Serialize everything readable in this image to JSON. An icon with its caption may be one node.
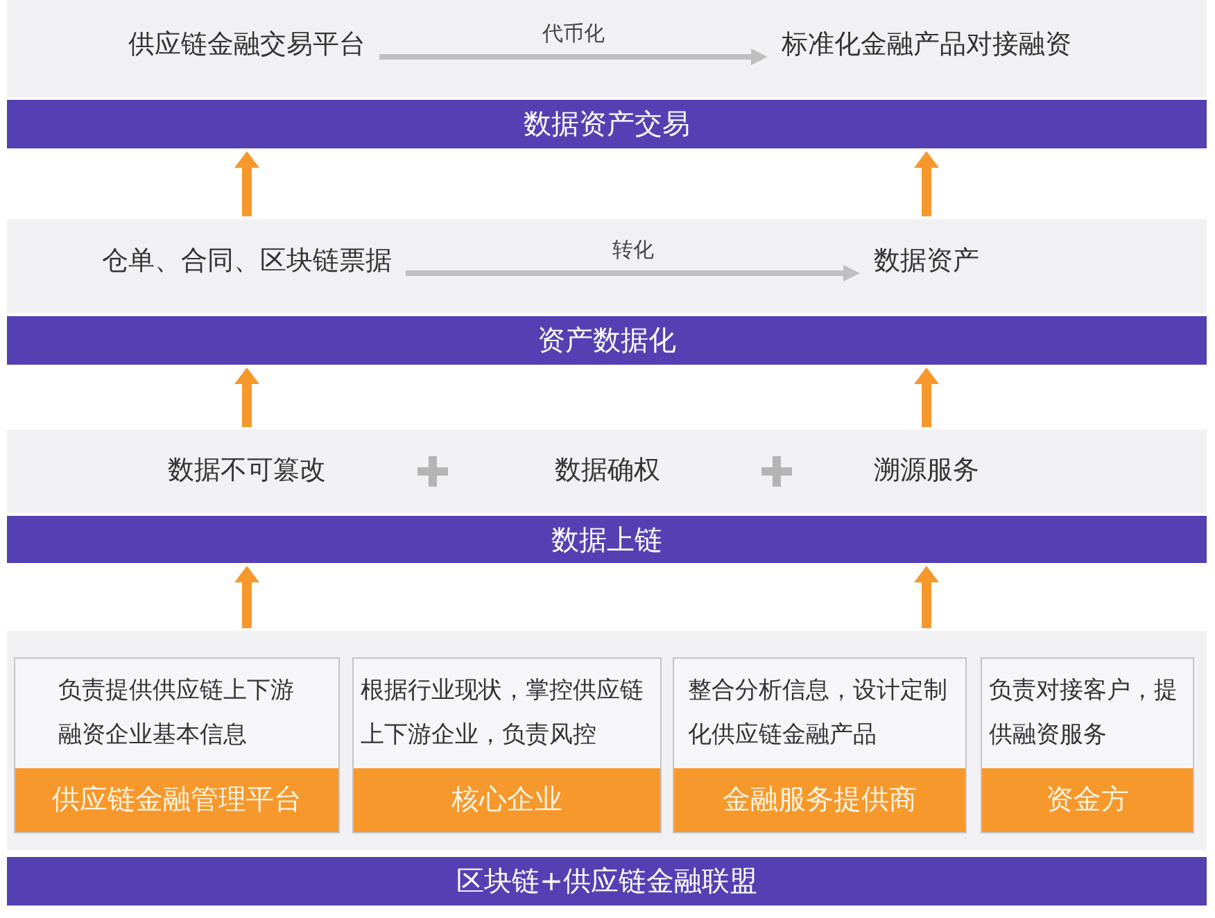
{
  "diagram": {
    "nodes": [
      {
        "text": [],
        "shape": "box"
      },
      {
        "text": [
          "供应链金融交易平台"
        ],
        "in": 0
      },
      {
        "text": [
          "标准化金融产品对接融资"
        ],
        "in": 0
      },
      {
        "text": [
          "数据资产交易"
        ]
      },
      {
        "text": [],
        "shape": "box"
      },
      {
        "text": [
          "仓单、合同、区块链票据"
        ],
        "in": 4
      },
      {
        "text": [
          "数据资产"
        ],
        "in": 4
      },
      {
        "text": [
          "资产数据化"
        ]
      },
      {
        "text": [],
        "shape": "box"
      },
      {
        "text": [
          "数据不可篡改"
        ],
        "in": 8
      },
      {
        "text": [
          "数据确权"
        ],
        "in": 8
      },
      {
        "text": [
          "溯源服务"
        ],
        "in": 8
      },
      {
        "text": [
          "数据上链"
        ]
      },
      {
        "text": [],
        "shape": "box"
      },
      {
        "text": [
          "负责提供供应链上下游融资企业基本信息"
        ],
        "in": 13
      },
      {
        "text": [
          "供应链金融管理平台"
        ],
        "in": 14
      },
      {
        "text": [
          "根据行业现状，掌控供应链上下游企业，负责风控"
        ],
        "in": 13
      },
      {
        "text": [
          "核心企业"
        ],
        "in": 16
      },
      {
        "text": [
          "整合分析信息，设计定制化供应链金融产品"
        ],
        "in": 13
      },
      {
        "text": [
          "金融服务提供商"
        ],
        "in": 18
      },
      {
        "text": [
          "负责对接客户，提供融资服务"
        ],
        "in": 13
      },
      {
        "text": [
          "资金方"
        ],
        "in": 20
      },
      {
        "text": [
          "区块链+供应链金融联盟"
        ]
      }
    ],
    "edges": [
      {
        "from": 1,
        "to": 2,
        "arrow": "to",
        "label": "代币化",
        "color": "#bfbfbf"
      },
      {
        "from": 4,
        "to": 3,
        "arrow": "to"
      },
      {
        "from": 4,
        "to": 3,
        "arrow": "to"
      },
      {
        "from": 5,
        "to": 6,
        "arrow": "to",
        "label": "转化",
        "color": "#bfbfbf"
      },
      {
        "from": 8,
        "to": 7,
        "arrow": "to"
      },
      {
        "from": 8,
        "to": 7,
        "arrow": "to"
      },
      {
        "from": 13,
        "to": 12,
        "arrow": "to"
      },
      {
        "from": 13,
        "to": 12,
        "arrow": "to"
      }
    ]
  }
}
